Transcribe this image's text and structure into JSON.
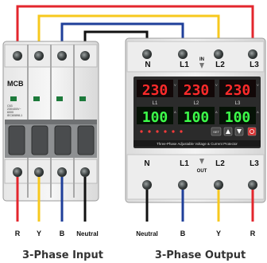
{
  "mcb": {
    "brand": "MCB",
    "rating_lines": [
      "C63",
      "230/400V~",
      "6000",
      "IEC60898-1"
    ],
    "poles": 4
  },
  "protector": {
    "top_terminals": [
      "N",
      "L1",
      "L2",
      "L3"
    ],
    "bottom_terminals": [
      "N",
      "L1",
      "L2",
      "L3"
    ],
    "in_label": "IN",
    "out_label": "OUT",
    "voltage_readings": [
      "230",
      "230",
      "230"
    ],
    "current_readings": [
      "100",
      "100",
      "100"
    ],
    "phase_labels": [
      "L1",
      "L2",
      "L3"
    ],
    "unit_v": "V",
    "unit_a": "A",
    "product_name": "Three-Phase Adjustable Voltage & Current Protector",
    "buttons": [
      "SET"
    ]
  },
  "input_labels": [
    "R",
    "Y",
    "B",
    "Neutral"
  ],
  "output_labels": [
    "Neutral",
    "B",
    "Y",
    "R"
  ],
  "titles": {
    "input": "3-Phase Input",
    "output": "3-Phase Output"
  },
  "colors": {
    "red_wire": "#e3262d",
    "yellow_wire": "#f7c81e",
    "blue_wire": "#1f3f9a",
    "black_wire": "#111111",
    "display_red": "#ff2b2b",
    "display_green": "#3dff4a"
  }
}
